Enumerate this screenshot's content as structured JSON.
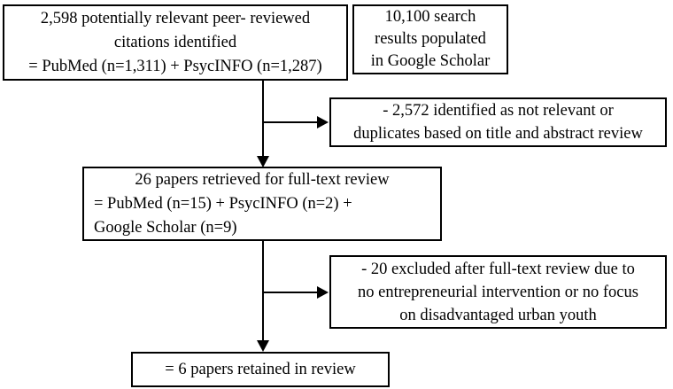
{
  "flowchart": {
    "title_semantic": "Literature search and screening flow diagram",
    "colors": {
      "box_border": "#000000",
      "box_background": "#ffffff",
      "text": "#000000",
      "arrow": "#000000"
    },
    "boxes": [
      {
        "name": "citations-identified",
        "lines": [
          "2,598 potentially relevant peer- reviewed",
          "citations identified",
          "= PubMed (n=1,311) + PsycINFO (n=1,287)"
        ]
      },
      {
        "name": "google-scholar-results",
        "lines": [
          "10,100 search",
          "results populated",
          "in Google Scholar"
        ]
      },
      {
        "name": "excluded-title-abstract",
        "lines": [
          "- 2,572 identified as not relevant or",
          "duplicates based on title and abstract review"
        ]
      },
      {
        "name": "fulltext-review",
        "lines": [
          "26 papers retrieved for full-text review",
          "= PubMed (n=15) + PsycINFO (n=2) +",
          "Google Scholar (n=9)"
        ]
      },
      {
        "name": "excluded-fulltext",
        "lines": [
          "- 20 excluded after full-text review due to",
          "no entrepreneurial intervention or no focus",
          "on disadvantaged urban youth"
        ]
      },
      {
        "name": "papers-retained",
        "lines": [
          "= 6 papers retained in review"
        ]
      }
    ]
  }
}
